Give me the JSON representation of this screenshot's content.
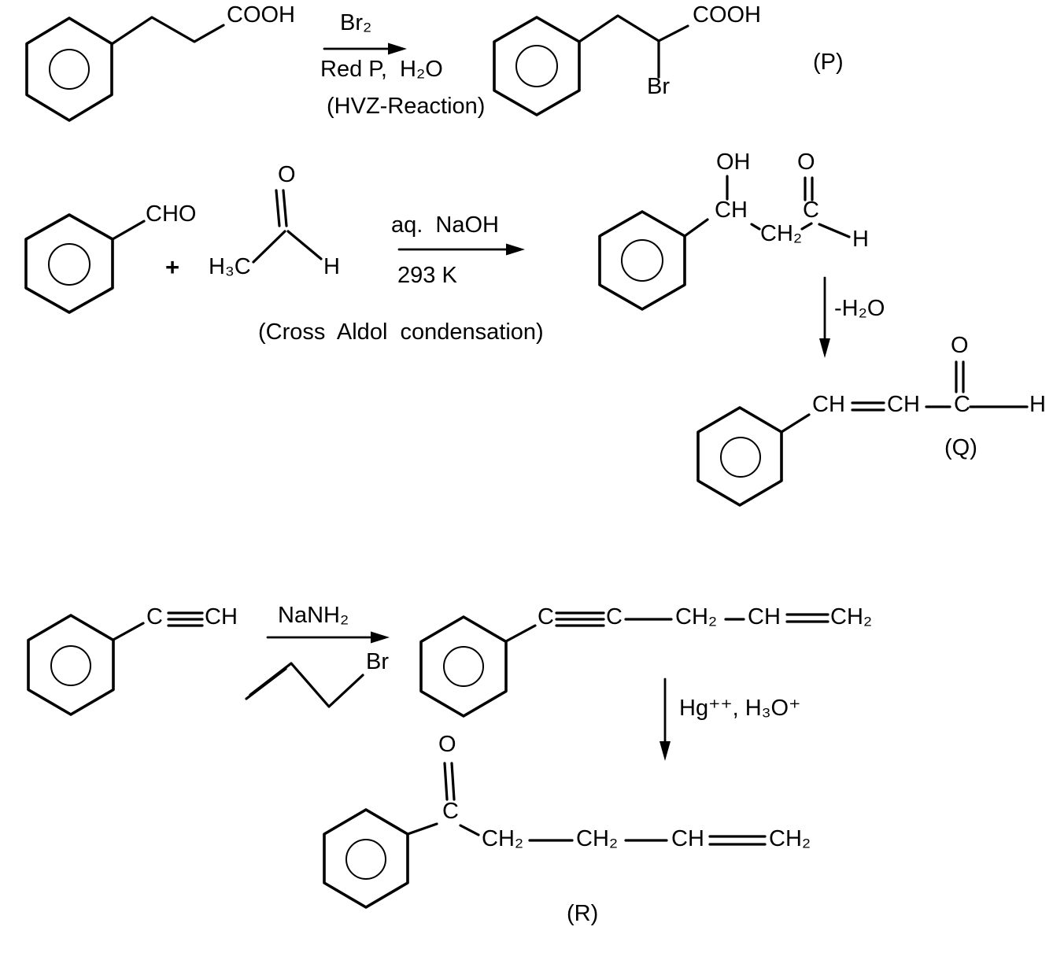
{
  "page": {
    "background": "#ffffff",
    "ink": "#000000"
  },
  "reaction1": {
    "reactant_substituent": "COOH",
    "arrow_above": "Br₂",
    "arrow_below_line1": "Red P,  H₂O",
    "arrow_below_line2": "(HVZ-Reaction)",
    "product": {
      "substituent": "COOH",
      "halogen": "Br",
      "label": "(P)"
    }
  },
  "reaction2": {
    "reactant1_substituent": "CHO",
    "plus": "+",
    "reactant2": {
      "methyl": "H₃C",
      "carbonyl_o": "O",
      "aldehyde_h": "H"
    },
    "arrow_above": "aq.  NaOH",
    "arrow_below": "293 K",
    "note": "(Cross  Aldol  condensation)",
    "aldol": {
      "oh": "OH",
      "ch": "CH",
      "ch2": "CH₂",
      "c": "C",
      "o": "O",
      "h": "H"
    },
    "dehydration": "-H₂O",
    "product": {
      "ch1": "CH",
      "ch2": "CH",
      "c": "C",
      "o": "O",
      "h": "H",
      "label": "(Q)"
    }
  },
  "reaction3": {
    "reactant": {
      "c": "C",
      "ch": "CH"
    },
    "arrow_above": "NaNH₂",
    "allyl_halogen": "Br",
    "enyne": {
      "c1": "C",
      "c2": "C",
      "ch2": "CH₂",
      "ch": "CH",
      "ch2_end": "CH₂"
    },
    "hydration": "Hg⁺⁺, H₃O⁺",
    "product": {
      "o": "O",
      "c": "C",
      "ch2a": "CH₂",
      "ch2b": "CH₂",
      "ch": "CH",
      "ch2c": "CH₂",
      "label": "(R)"
    }
  }
}
